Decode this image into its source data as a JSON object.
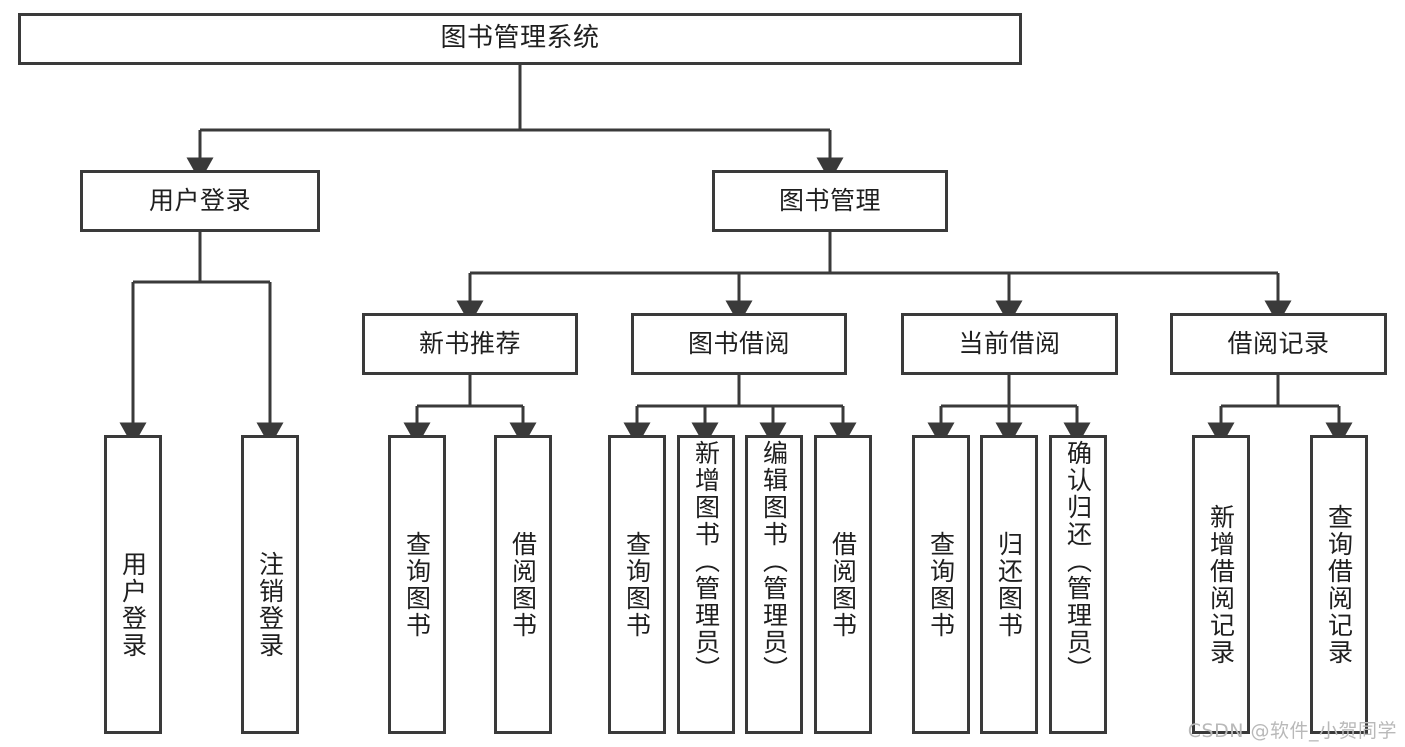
{
  "diagram": {
    "type": "tree",
    "title": "图书管理系统",
    "watermark": "CSDN @软件_小贺同学",
    "style": {
      "stroke": "#3a3a3a",
      "fill": "#ffffff",
      "text": "#1f1f1f",
      "watermark_color": "#b9b9b9"
    },
    "levels": [
      {
        "level": 1,
        "nodes": [
          {
            "id": "root",
            "label": "图书管理系统",
            "orientation": "horizontal"
          }
        ]
      },
      {
        "level": 2,
        "nodes": [
          {
            "id": "login",
            "label": "用户登录",
            "orientation": "horizontal",
            "parent": "root"
          },
          {
            "id": "bookmgmt",
            "label": "图书管理",
            "orientation": "horizontal",
            "parent": "root"
          }
        ]
      },
      {
        "level": 3,
        "nodes": [
          {
            "id": "newbook",
            "label": "新书推荐",
            "orientation": "horizontal",
            "parent": "bookmgmt"
          },
          {
            "id": "borrow",
            "label": "图书借阅",
            "orientation": "horizontal",
            "parent": "bookmgmt"
          },
          {
            "id": "current",
            "label": "当前借阅",
            "orientation": "horizontal",
            "parent": "bookmgmt"
          },
          {
            "id": "records",
            "label": "借阅记录",
            "orientation": "horizontal",
            "parent": "bookmgmt"
          }
        ]
      },
      {
        "level": 4,
        "nodes": [
          {
            "id": "leaf-user-login",
            "label": "用户登录",
            "orientation": "vertical",
            "parent": "login"
          },
          {
            "id": "leaf-user-logout",
            "label": "注销登录",
            "orientation": "vertical",
            "parent": "login"
          },
          {
            "id": "leaf-nb-query",
            "label": "查询图书",
            "orientation": "vertical",
            "parent": "newbook"
          },
          {
            "id": "leaf-nb-borrow",
            "label": "借阅图书",
            "orientation": "vertical",
            "parent": "newbook"
          },
          {
            "id": "leaf-bw-query",
            "label": "查询图书",
            "orientation": "vertical",
            "parent": "borrow"
          },
          {
            "id": "leaf-bw-add",
            "label": "新增图书（管理员）",
            "orientation": "vertical",
            "parent": "borrow"
          },
          {
            "id": "leaf-bw-edit",
            "label": "编辑图书（管理员）",
            "orientation": "vertical",
            "parent": "borrow"
          },
          {
            "id": "leaf-bw-borrow",
            "label": "借阅图书",
            "orientation": "vertical",
            "parent": "borrow"
          },
          {
            "id": "leaf-cu-query",
            "label": "查询图书",
            "orientation": "vertical",
            "parent": "current"
          },
          {
            "id": "leaf-cu-return",
            "label": "归还图书",
            "orientation": "vertical",
            "parent": "current"
          },
          {
            "id": "leaf-cu-confirm",
            "label": "确认归还（管理员）",
            "orientation": "vertical",
            "parent": "current"
          },
          {
            "id": "leaf-rc-add",
            "label": "新增借阅记录",
            "orientation": "vertical",
            "parent": "records"
          },
          {
            "id": "leaf-rc-query",
            "label": "查询借阅记录",
            "orientation": "vertical",
            "parent": "records"
          }
        ]
      }
    ]
  }
}
